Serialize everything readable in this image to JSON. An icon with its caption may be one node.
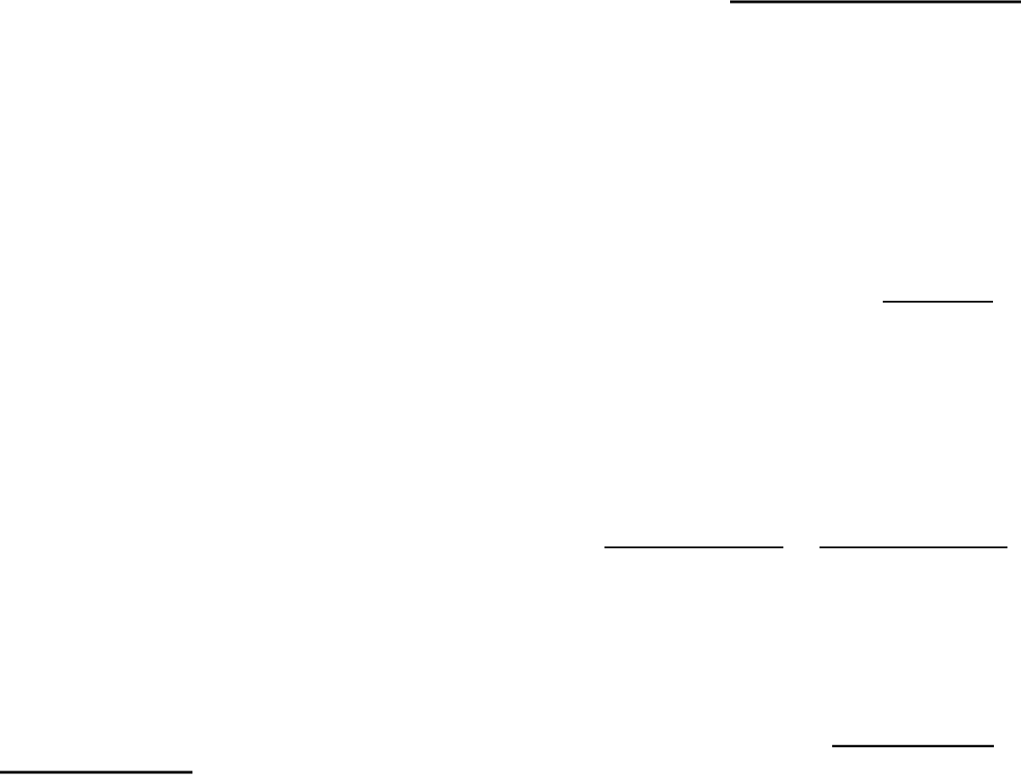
{
  "diagram": {
    "nodes": [
      {
        "text": [],
        "shape": "line"
      },
      {
        "text": [],
        "shape": "line"
      },
      {
        "text": [],
        "shape": "line"
      },
      {
        "text": [],
        "shape": "line"
      },
      {
        "text": [],
        "shape": "line"
      },
      {
        "text": [],
        "shape": "line"
      }
    ]
  }
}
